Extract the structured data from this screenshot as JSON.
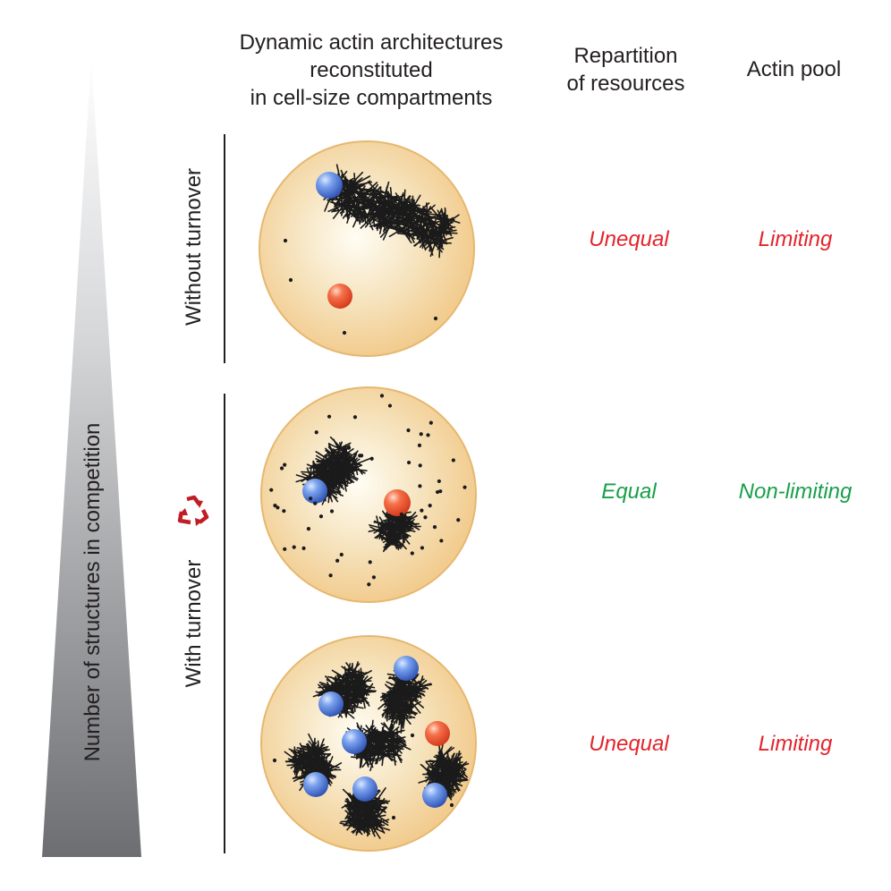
{
  "headers": {
    "architectures": [
      "Dynamic actin architectures",
      "reconstituted",
      "in cell-size compartments"
    ],
    "repartition": [
      "Repartition",
      "of resources"
    ],
    "actin_pool": [
      "Actin pool"
    ]
  },
  "axis_label": "Number of structures in competition",
  "groups": {
    "without_turnover": "Without turnover",
    "with_turnover": "With turnover"
  },
  "rows": [
    {
      "repartition": "Unequal",
      "actin_pool": "Limiting",
      "repartition_color": "#e3242b",
      "pool_color": "#e3242b"
    },
    {
      "repartition": "Equal",
      "actin_pool": "Non-limiting",
      "repartition_color": "#17a04a",
      "pool_color": "#17a04a"
    },
    {
      "repartition": "Unequal",
      "actin_pool": "Limiting",
      "repartition_color": "#e3242b",
      "pool_color": "#e3242b"
    }
  ],
  "colors": {
    "compartment_fill": "#f2cc8f",
    "compartment_border": "#e6b870",
    "nucleator_blue": "#3f6fd1",
    "bead_orange": "#f0502a",
    "actin_black": "#1b1b1b",
    "recycle_red": "#c01e26"
  },
  "icons": {
    "turnover": "recycle-icon"
  }
}
